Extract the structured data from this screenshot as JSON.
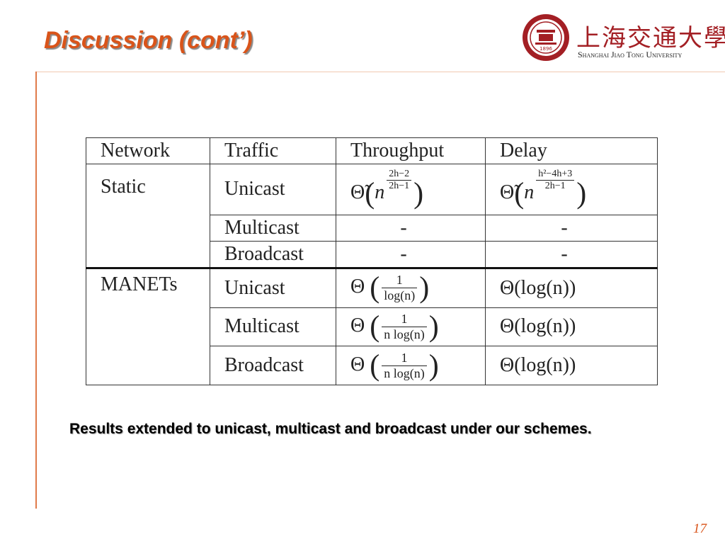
{
  "slide": {
    "title": "Discussion (cont’)",
    "note": "Results extended to unicast, multicast and broadcast under our schemes.",
    "page_number": "17"
  },
  "logo": {
    "cn_name": "上海交通大學",
    "en_name": "Shanghai Jiao Tong University",
    "seal_year": "1896"
  },
  "colors": {
    "title": "#d9541a",
    "rule": "#e07a4a",
    "logo_red": "#a31f24"
  },
  "table": {
    "headers": [
      "Network",
      "Traffic",
      "Throughput",
      "Delay"
    ],
    "groups": [
      {
        "network": "Static",
        "rows": [
          {
            "traffic": "Unicast",
            "throughput": "Θ̃(n^((2h−2)/(2h−1)))",
            "delay": "Θ̃(n^((h²−4h+3)/(2h−1)))"
          },
          {
            "traffic": "Multicast",
            "throughput": "-",
            "delay": "-"
          },
          {
            "traffic": "Broadcast",
            "throughput": "-",
            "delay": "-"
          }
        ]
      },
      {
        "network": "MANETs",
        "rows": [
          {
            "traffic": "Unicast",
            "throughput": "Θ(1/log(n))",
            "delay": "Θ(log(n))"
          },
          {
            "traffic": "Multicast",
            "throughput": "Θ(1/(n log(n)))",
            "delay": "Θ(log(n))"
          },
          {
            "traffic": "Broadcast",
            "throughput": "Θ(1/(n log(n)))",
            "delay": "Θ(log(n))"
          }
        ]
      }
    ],
    "math_parts": {
      "static_unicast_tp": {
        "base": "n",
        "num": "2h−2",
        "den": "2h−1"
      },
      "static_unicast_delay": {
        "base": "n",
        "num": "h²−4h+3",
        "den": "2h−1"
      },
      "frac_one": "1",
      "den_log": "log(n)",
      "den_nlog": "n log(n)",
      "delay_log": "Θ(log(n))"
    }
  }
}
